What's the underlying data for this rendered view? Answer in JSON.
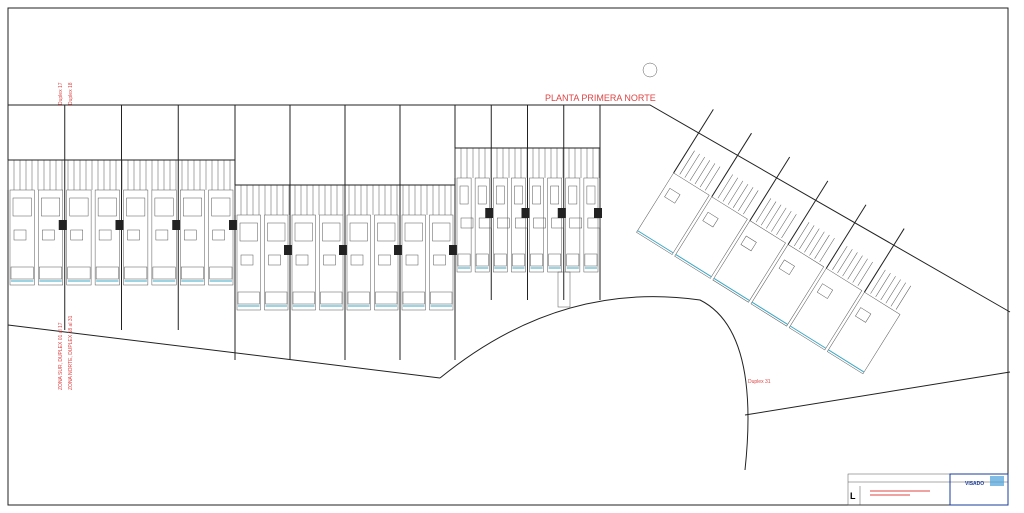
{
  "drawing": {
    "title": "PLANTA PRIMERA NORTE",
    "labels": {
      "duplex_17": "Duplex 17",
      "duplex_18": "Duplex 18",
      "zona_sur": "ZONA SUR, DUPLEX 01 al 17",
      "zona_norte": "ZONA NORTE, DUPLEX 18 al 31",
      "duplex_31": "Duplex 31"
    },
    "title_block": {
      "stamp": "VISADO",
      "logo_letter": "L"
    },
    "colors": {
      "annotation": "#d44444",
      "lines": "#222222",
      "terraces": "#3aa8c8",
      "stamp": "#1a3c9c"
    }
  }
}
